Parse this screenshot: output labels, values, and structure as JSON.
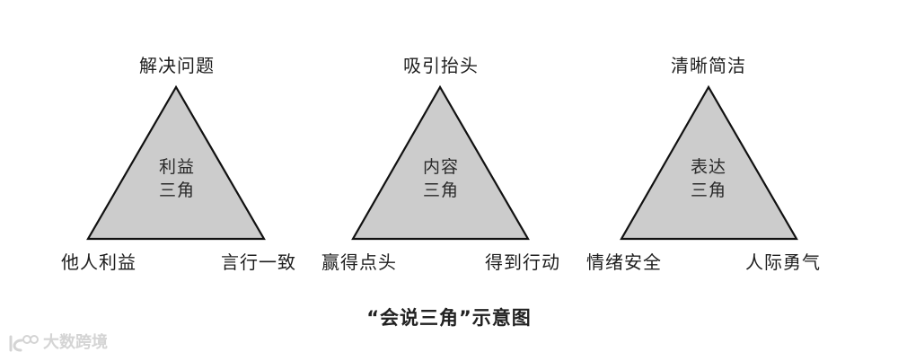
{
  "diagram": {
    "title": "“会说三角”示意图",
    "colors": {
      "triangle_fill": "#cccccc",
      "triangle_stroke": "#111111",
      "text": "#1e1e1e",
      "watermark": "#d4d4d4"
    },
    "triangles": [
      {
        "name": "利益三角",
        "center_label": [
          "利益",
          "三角"
        ],
        "top": "解决问题",
        "bottom_left": "他人利益",
        "bottom_right": "言行一致"
      },
      {
        "name": "内容三角",
        "center_label": [
          "内容",
          "三角"
        ],
        "top": "吸引抬头",
        "bottom_left": "赢得点头",
        "bottom_right": "得到行动"
      },
      {
        "name": "表达三角",
        "center_label": [
          "表达",
          "三角"
        ],
        "top": "清晰简洁",
        "bottom_left": "情绪安全",
        "bottom_right": "人际勇气"
      }
    ]
  },
  "watermark": {
    "text": "大数跨境",
    "icon": "brand-logo-icon"
  }
}
